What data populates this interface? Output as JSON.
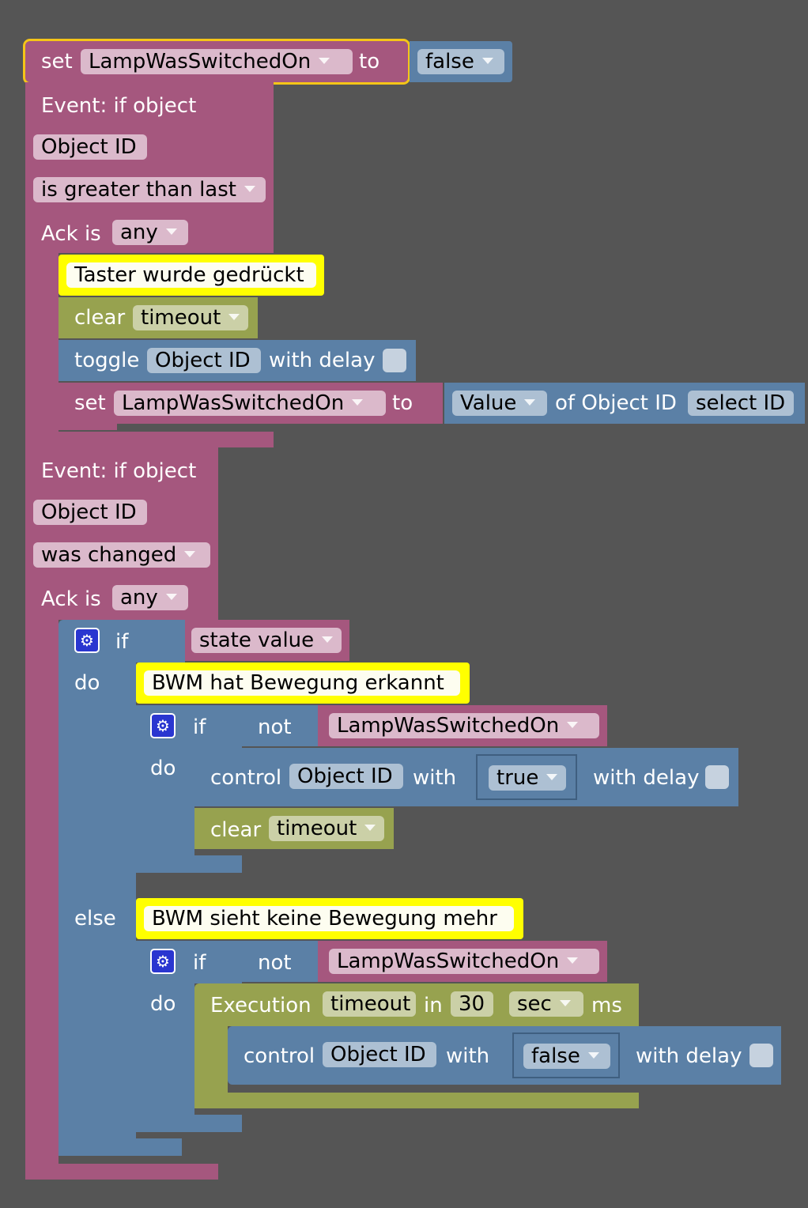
{
  "set_top": {
    "keyword": "set",
    "variable": "LampWasSwitchedOn",
    "to": "to",
    "value": "false"
  },
  "event1": {
    "title": "Event: if object",
    "object_id": "Object ID",
    "condition": "is greater than last",
    "ack_label": "Ack is",
    "ack_value": "any",
    "comment": "Taster wurde gedrückt",
    "clear_label": "clear",
    "clear_value": "timeout",
    "toggle_label": "toggle",
    "toggle_object": "Object ID",
    "with_delay": "with delay",
    "set_label": "set",
    "set_variable": "LampWasSwitchedOn",
    "set_to": "to",
    "value_label": "Value",
    "of_object": "of Object ID",
    "select_id": "select ID"
  },
  "event2": {
    "title": "Event: if object",
    "object_id": "Object ID",
    "condition": "was changed",
    "ack_label": "Ack is",
    "ack_value": "any",
    "if_label": "if",
    "state_value": "state value",
    "do_label": "do",
    "else_label": "else",
    "comment1": "BWM hat Bewegung erkannt",
    "inner_if1": {
      "if": "if",
      "not": "not",
      "variable": "LampWasSwitchedOn",
      "do": "do"
    },
    "control1": {
      "label": "control",
      "object": "Object ID",
      "with": "with",
      "value": "true",
      "with_delay": "with delay"
    },
    "clear1": {
      "label": "clear",
      "value": "timeout"
    },
    "comment2": "BWM sieht keine Bewegung mehr",
    "inner_if2": {
      "if": "if",
      "not": "not",
      "variable": "LampWasSwitchedOn",
      "do": "do"
    },
    "execution": {
      "label": "Execution",
      "timeout": "timeout",
      "in": "in",
      "amount": "30",
      "unit": "sec",
      "ms": "ms"
    },
    "control2": {
      "label": "control",
      "object": "Object ID",
      "with": "with",
      "value": "false",
      "with_delay": "with delay"
    }
  },
  "icons": {
    "gear": "gear-icon",
    "dropdown": "chevron-down-icon",
    "checkbox": "checkbox"
  },
  "colors": {
    "background": "#555555",
    "event": "#a5577e",
    "timer": "#97a24f",
    "control": "#5b80a6",
    "comment": "#ffff00",
    "selection": "#f5c518"
  }
}
